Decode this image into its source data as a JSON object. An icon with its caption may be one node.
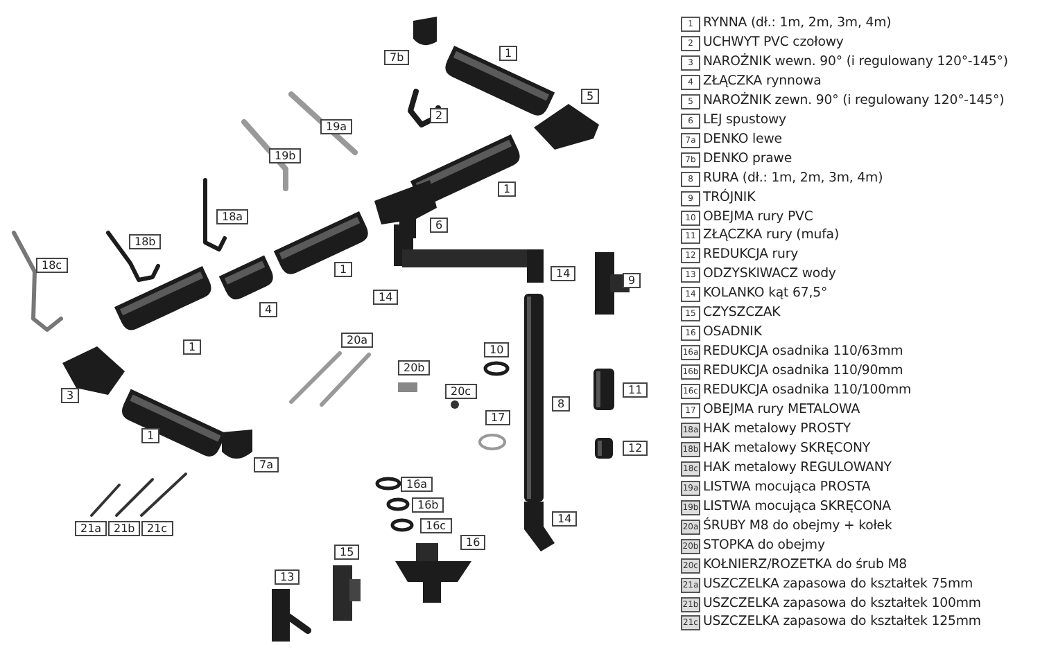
{
  "diagram": {
    "labels": [
      "1",
      "7b",
      "5",
      "2",
      "19a",
      "19b",
      "1",
      "18a",
      "6",
      "18b",
      "18c",
      "1",
      "14",
      "9",
      "14",
      "4",
      "20a",
      "1",
      "10",
      "20b",
      "11",
      "20c",
      "3",
      "8",
      "17",
      "1",
      "12",
      "7a",
      "16a",
      "16b",
      "14",
      "16c",
      "21a",
      "21b",
      "21c",
      "16",
      "15",
      "13",
      "1",
      "RYNNA (dł.: 1m, 2m, 3m, 4m)",
      "2",
      "UCHWYT PVC czołowy",
      "3",
      "NAROŻNIK wewn. 90° (i regulowany 120°-145°)",
      "4",
      "ZŁĄCZKA rynnowa",
      "5",
      "NAROŻNIK zewn. 90° (i regulowany 120°-145°)",
      "6",
      "LEJ spustowy",
      "7a",
      "DENKO lewe",
      "7b",
      "DENKO prawe",
      "8",
      "RURA (dł.: 1m, 2m, 3m, 4m)",
      "9",
      "TRÓJNIK",
      "10",
      "OBEJMA rury PVC",
      "11",
      "ZŁĄCZKA rury (mufa)",
      "12",
      "REDUKCJA rury",
      "13",
      "ODZYSKIWACZ wody",
      "14",
      "KOLANKO kąt 67,5°",
      "15",
      "CZYSZCZAK",
      "16",
      "OSADNIK",
      "16a",
      "REDUKCJA osadnika 110/63mm",
      "16b",
      "REDUKCJA osadnika 110/90mm",
      "16c",
      "REDUKCJA osadnika 110/100mm",
      "17",
      "OBEJMA rury METALOWA",
      "18a",
      "HAK metalowy PROSTY",
      "18b",
      "HAK metalowy SKRĘCONY",
      "18c",
      "HAK metalowy REGULOWANY",
      "19a",
      "LISTWA mocująca PROSTA",
      "19b",
      "LISTWA mocująca SKRĘCONA",
      "20a",
      "ŚRUBY M8 do obejmy + kołek",
      "20b",
      "STOPKA do obejmy",
      "20c",
      "KOŁNIERZ/ROZETKA do śrub M8",
      "21a",
      "USZCZELKA zapasowa do kształtek 75mm",
      "21b",
      "USZCZELKA zapasowa do kształtek 100mm",
      "21c",
      "USZCZELKA zapasowa do kształtek 125mm"
    ]
  }
}
